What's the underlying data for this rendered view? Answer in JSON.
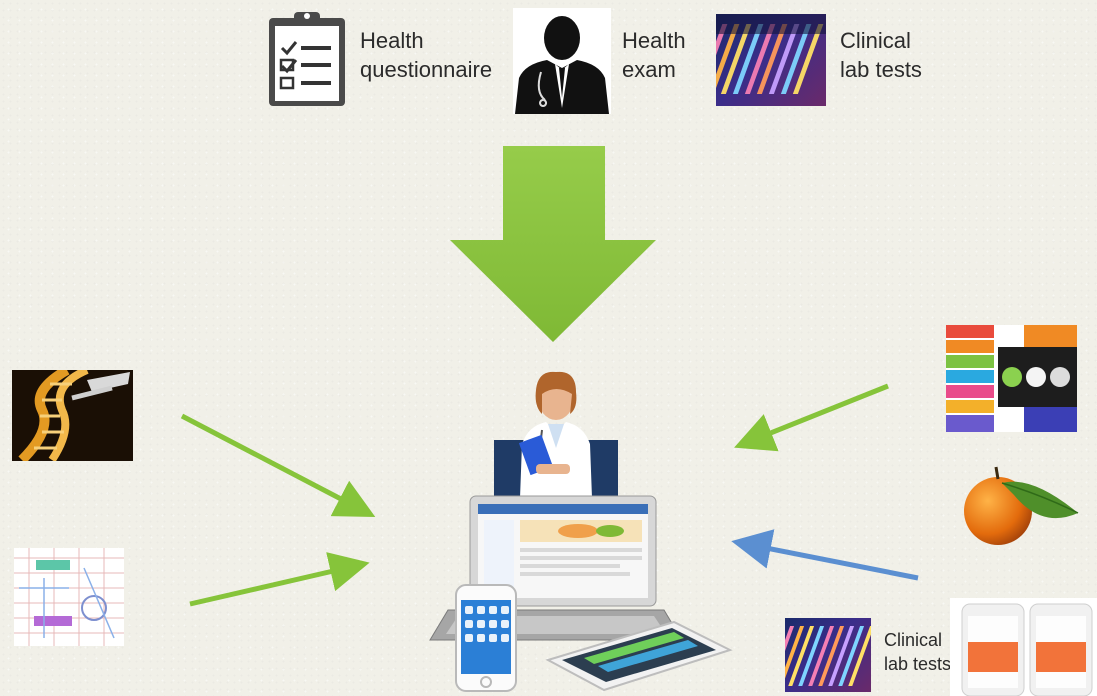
{
  "top_inputs": [
    {
      "line1": "Health",
      "line2": "questionnaire",
      "icon": "clipboard-checklist-icon"
    },
    {
      "line1": "Health",
      "line2": "exam",
      "icon": "doctor-silhouette-icon"
    },
    {
      "line1": "Clinical",
      "line2": "lab tests",
      "icon": "lab-test-tubes-icon"
    }
  ],
  "bottom_right_label": {
    "line1": "Clinical",
    "line2": "lab tests"
  },
  "colors": {
    "green_arrow": "#8cc63f",
    "thin_green_arrow": "#86c43a",
    "blue_arrow": "#5b8fd1",
    "background": "#f1f0e8"
  },
  "side_inputs_left": [
    "dna-helix-image",
    "pathway-diagram-image"
  ],
  "side_inputs_right": [
    "health-app-smartwatch-image",
    "orange-fruit-image",
    "iphone-health-app-image"
  ],
  "center": [
    "doctor-figure",
    "laptop-ehr-screen",
    "smartphone-device",
    "tablet-device"
  ]
}
